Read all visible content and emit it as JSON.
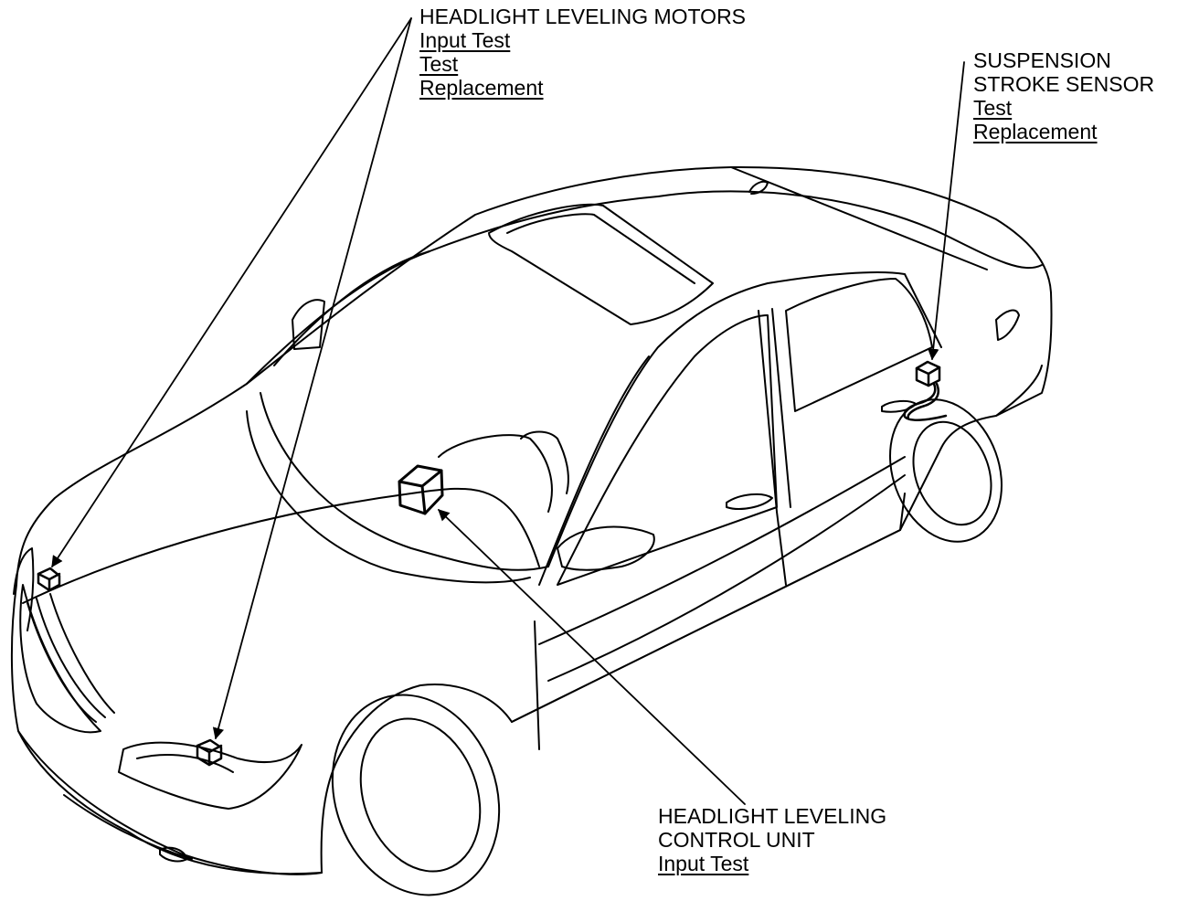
{
  "callouts": {
    "headlight_motors": {
      "title": "HEADLIGHT LEVELING MOTORS",
      "links": [
        "Input Test",
        "Test",
        "Replacement"
      ]
    },
    "suspension_sensor": {
      "title_line1": "SUSPENSION",
      "title_line2": "STROKE SENSOR",
      "links": [
        "Test",
        "Replacement"
      ]
    },
    "control_unit": {
      "title_line1": "HEADLIGHT LEVELING",
      "title_line2": "CONTROL UNIT",
      "links": [
        "Input Test"
      ]
    }
  },
  "colors": {
    "line": "#000000",
    "background": "#ffffff"
  }
}
